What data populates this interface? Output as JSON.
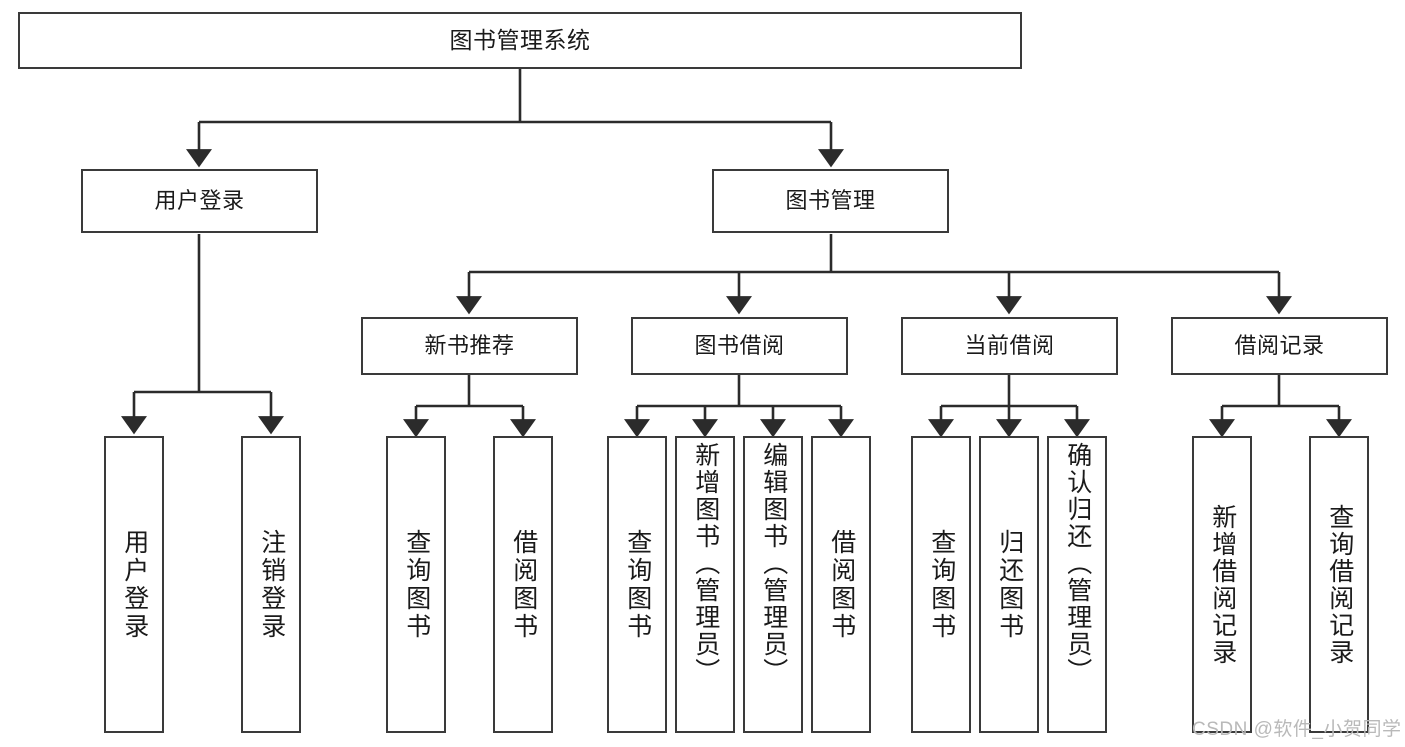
{
  "diagram": {
    "type": "tree",
    "title": "图书管理系统",
    "root": {
      "label": "图书管理系统"
    },
    "level2": [
      {
        "label": "用户登录"
      },
      {
        "label": "图书管理"
      }
    ],
    "level3": [
      {
        "label": "新书推荐"
      },
      {
        "label": "图书借阅"
      },
      {
        "label": "当前借阅"
      },
      {
        "label": "借阅记录"
      }
    ],
    "leaves": {
      "user_login": [
        {
          "label": "用户登录"
        },
        {
          "label": "注销登录"
        }
      ],
      "new_book_recommend": [
        {
          "label": "查询图书"
        },
        {
          "label": "借阅图书"
        }
      ],
      "book_borrow": [
        {
          "label": "查询图书"
        },
        {
          "label": "新增图书（管理员）"
        },
        {
          "label": "编辑图书（管理员）"
        },
        {
          "label": "借阅图书"
        }
      ],
      "current_borrow": [
        {
          "label": "查询图书"
        },
        {
          "label": "归还图书"
        },
        {
          "label": "确认归还（管理员）"
        }
      ],
      "borrow_record": [
        {
          "label": "新增借阅记录"
        },
        {
          "label": "查询借阅记录"
        }
      ]
    }
  },
  "watermark": {
    "text": "CSDN @软件_小贺同学"
  },
  "colors": {
    "stroke": "#3a3a3a",
    "fill": "#ffffff",
    "text": "#1a1a1a",
    "watermark": "#b9b9b9"
  }
}
